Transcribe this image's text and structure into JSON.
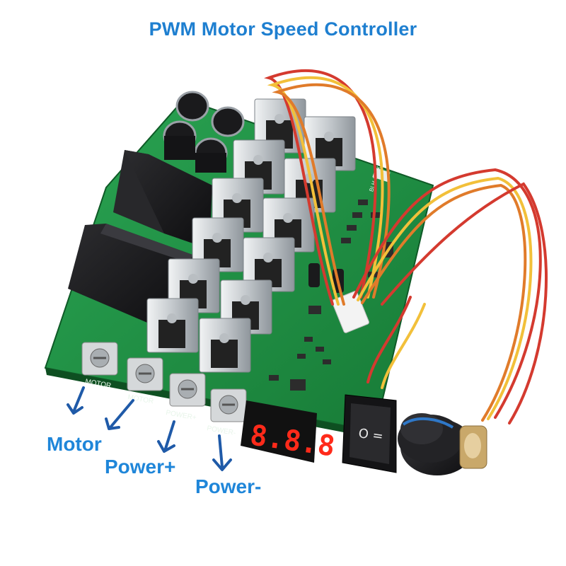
{
  "title": "PWM Motor Speed Controller",
  "callouts": {
    "motor": "Motor",
    "power_plus": "Power+",
    "power_minus": "Power-"
  },
  "board": {
    "terminal_labels": [
      "MOTOR",
      "MOTOR",
      "POWER+",
      "POWER-"
    ],
    "silkscreen_id": "BLH-BC-X2",
    "display_digits": "8.8.8",
    "switch_symbols": "O ="
  },
  "colors": {
    "title_blue": "#1e7fd0",
    "callout_blue": "#1f86d9",
    "pcb_green": "#1f8f43",
    "heatsink_silver": "#c9cdd1",
    "relay_black": "#1b1b1d",
    "led_red": "#ff2a1a"
  }
}
